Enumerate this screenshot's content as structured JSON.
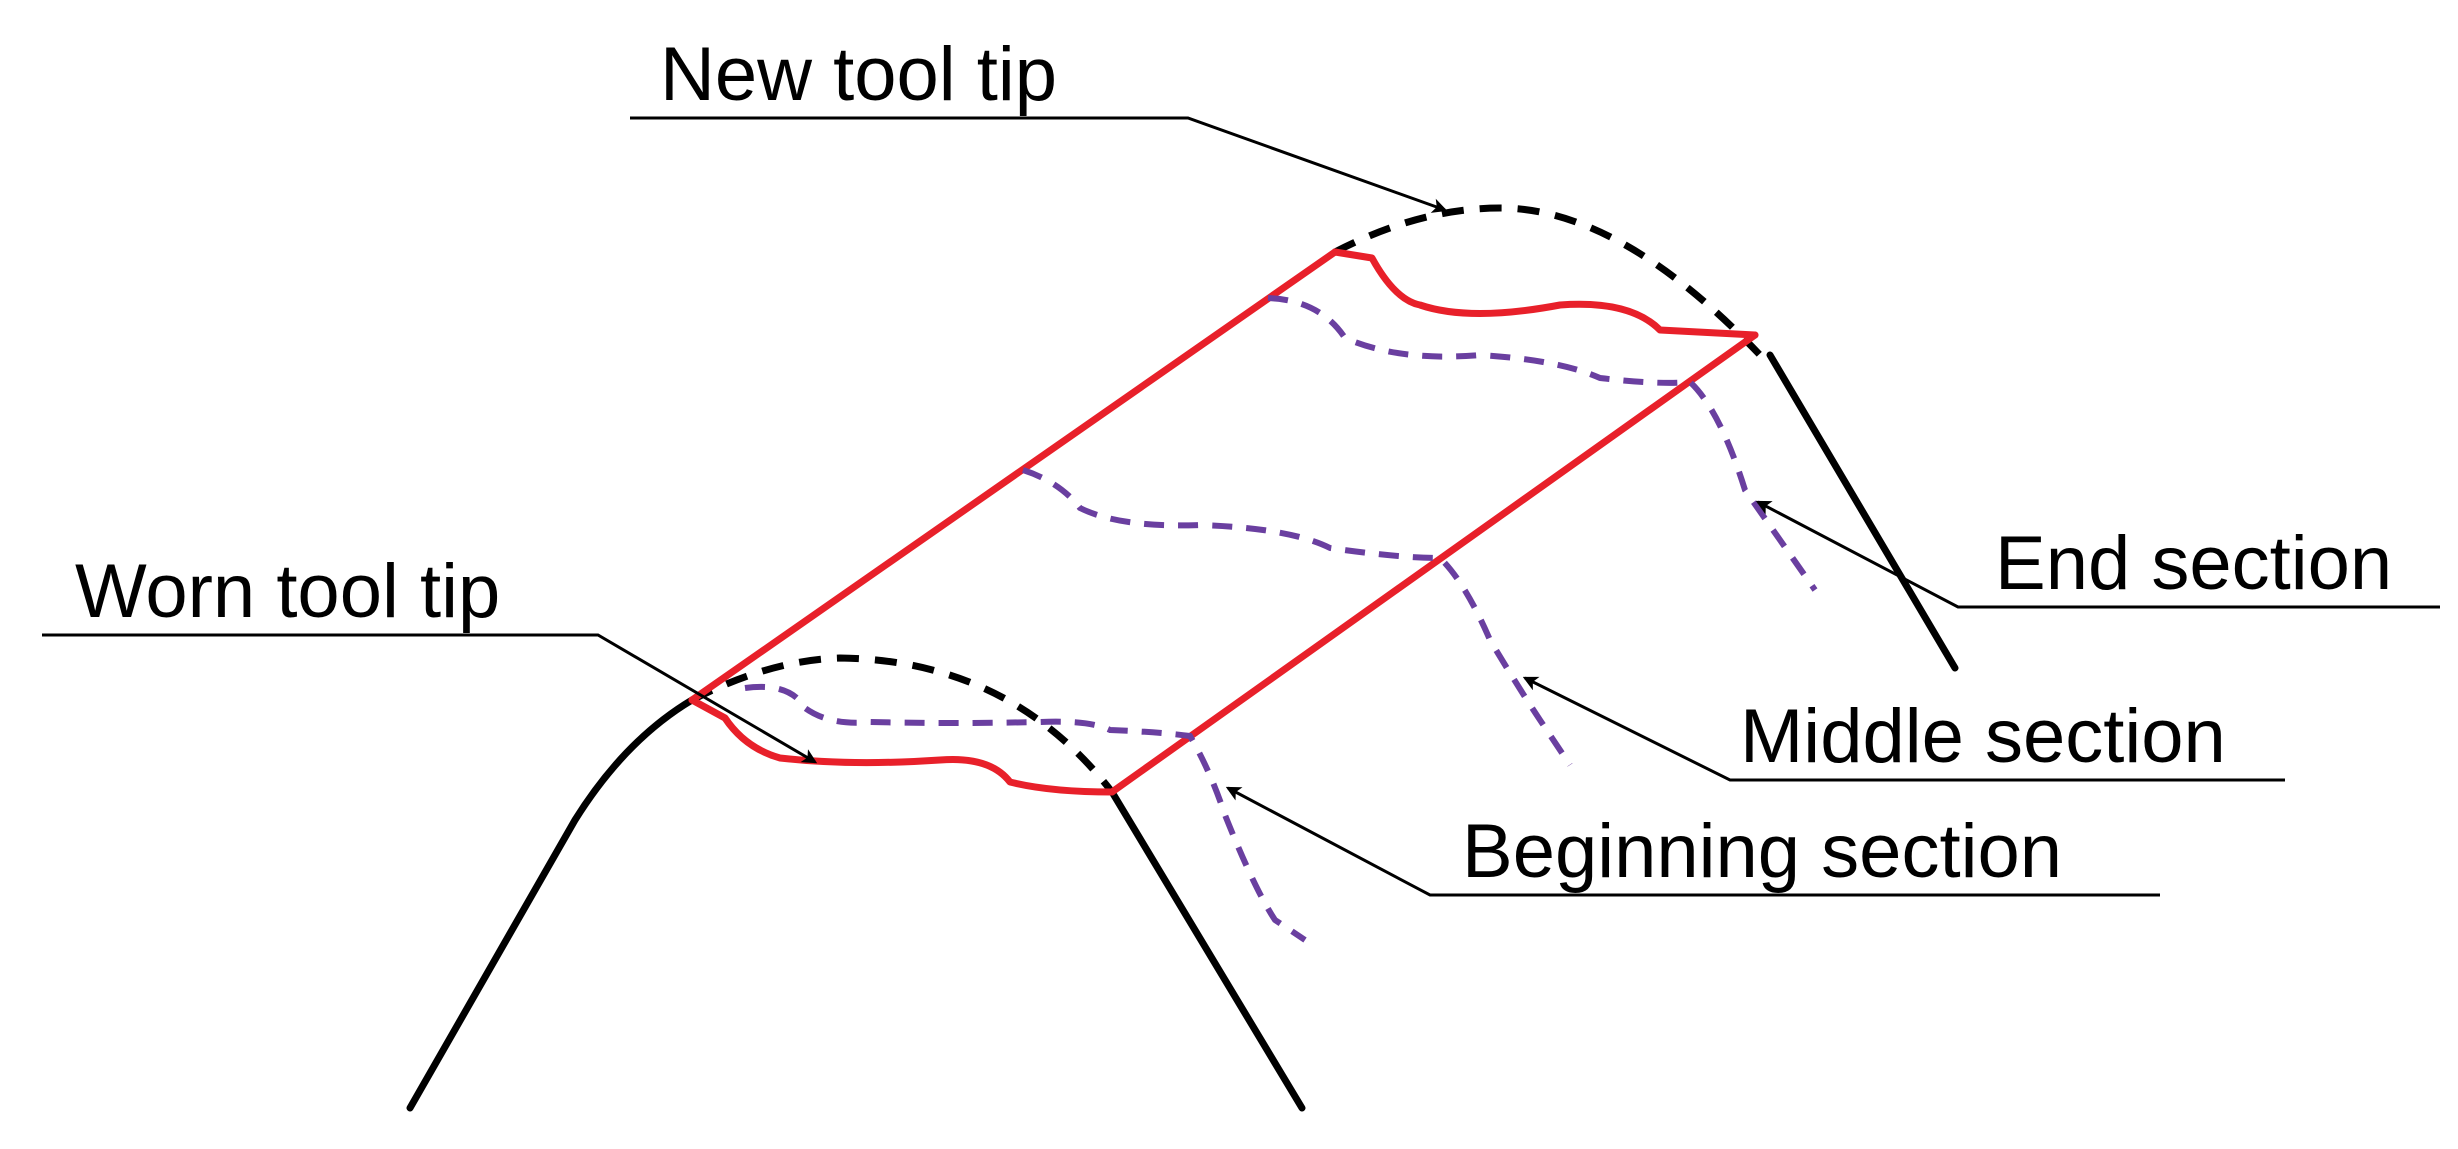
{
  "labels": {
    "new_tool_tip": "New tool tip",
    "worn_tool_tip": "Worn tool tip",
    "end_section": "End section",
    "middle_section": "Middle section",
    "beginning_section": "Beginning section"
  },
  "colors": {
    "worn_profile": "#e8202a",
    "section_trace": "#6a3fa0",
    "tool_outline": "#000000",
    "leader_line": "#000000"
  }
}
